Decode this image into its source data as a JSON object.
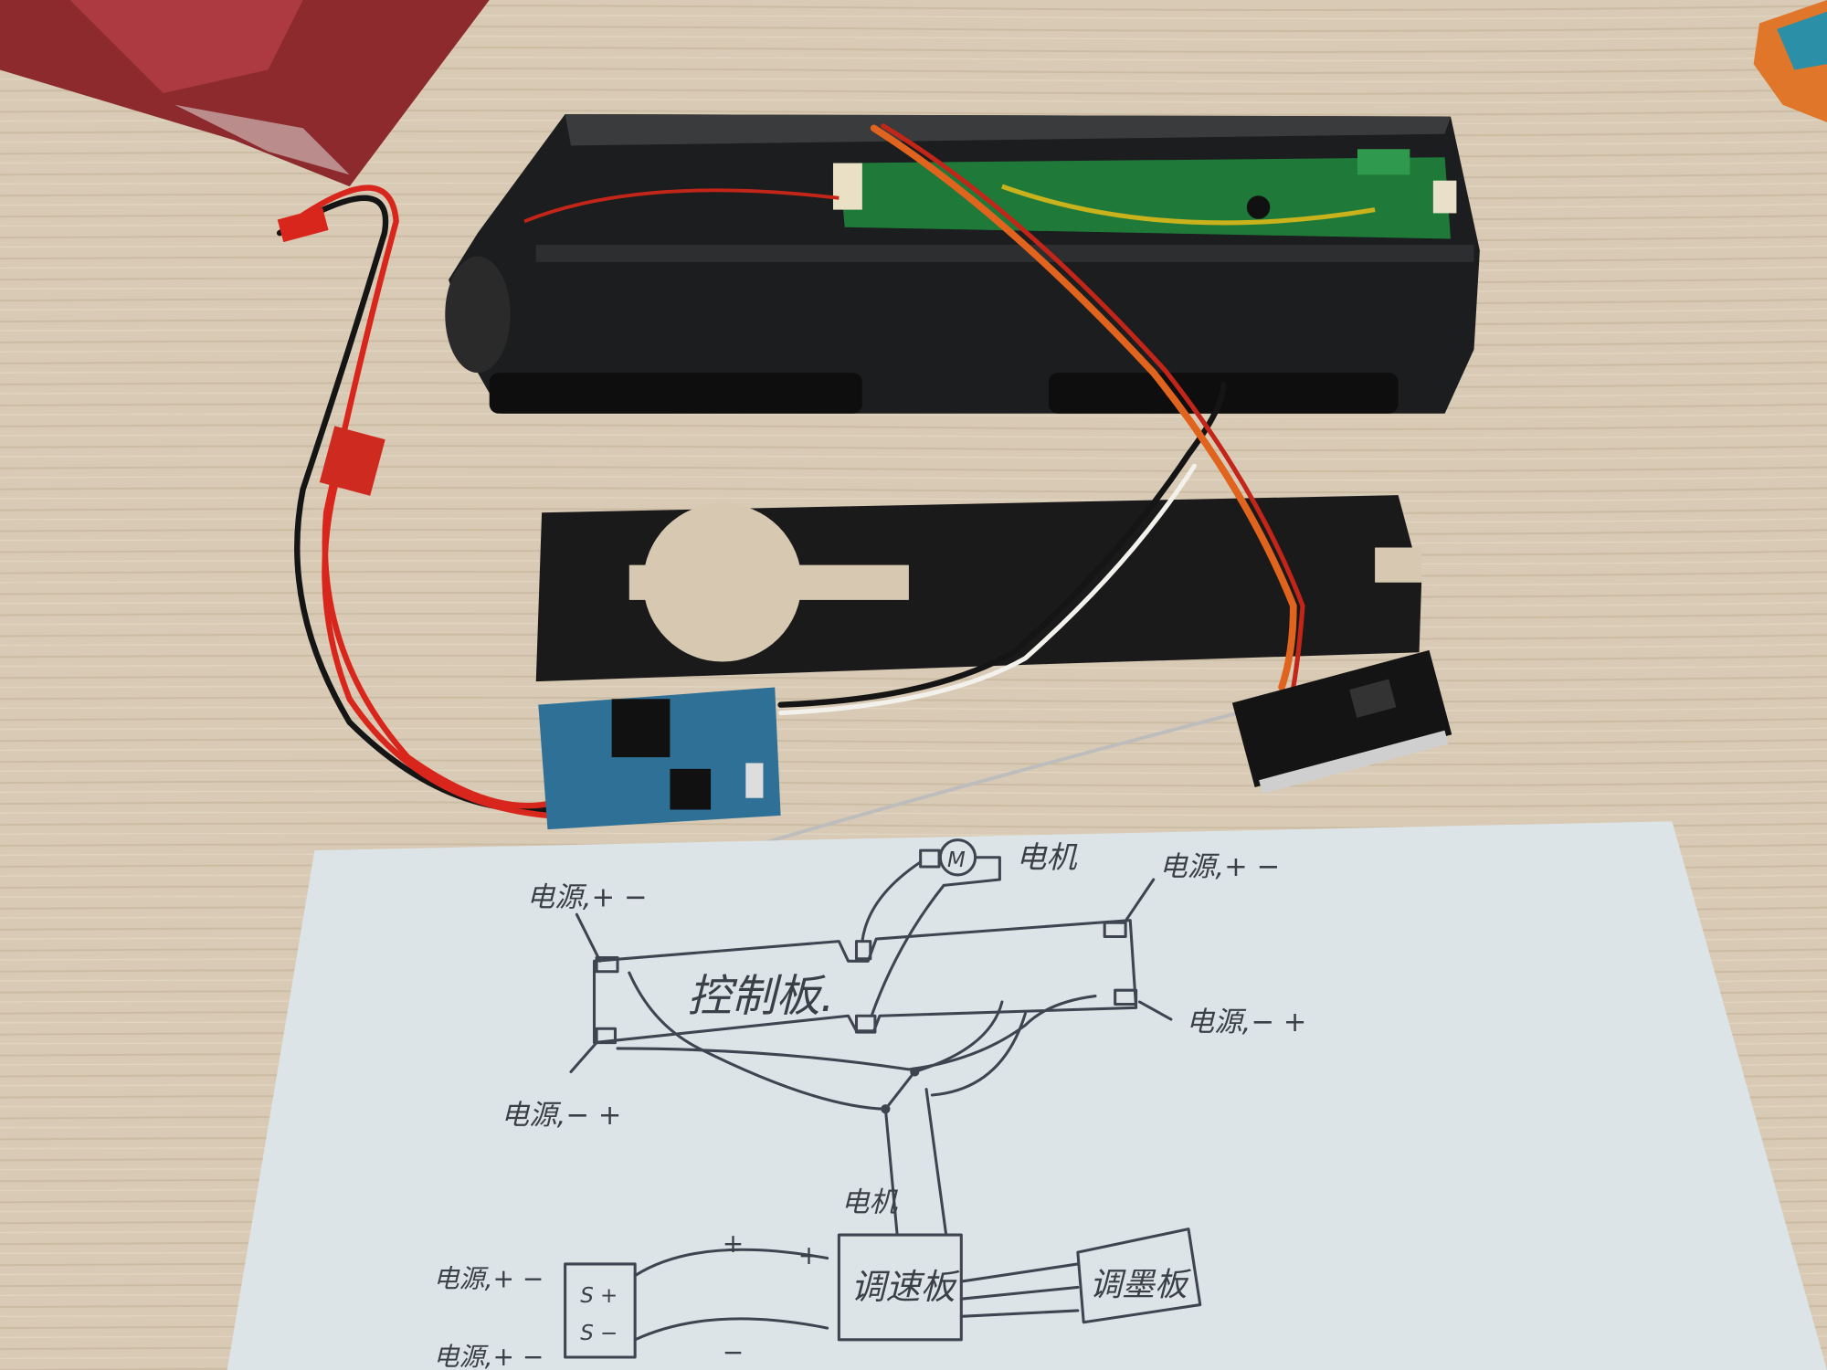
{
  "scene": {
    "description_labels": {
      "top_left_power": "电源,+ −",
      "motor_symbol": "M",
      "motor_label": "电机",
      "top_right_power": "电源,+ −",
      "control_board": "控制板.",
      "right_power": "电源,− +",
      "left_power": "电源,− +",
      "motor_label_lower": "电机",
      "bottom_power_1": "电源,+ −",
      "bottom_power_2": "电源,+ −",
      "speed_board": "调速板",
      "receiver_board": "调墨板",
      "plus_1": "+",
      "plus_2": "+",
      "minus_1": "−",
      "s_plus": "S +",
      "s_minus": "S −"
    }
  },
  "colors": {
    "desk": "#d8cab4",
    "paper": "#dde4e8",
    "chassis": "#1c1d1e",
    "pcb": "#1f7a3a",
    "blue_board": "#2f7096",
    "wire_red": "#d9261c",
    "wire_orange": "#e0641e",
    "ink": "#3f4550"
  }
}
